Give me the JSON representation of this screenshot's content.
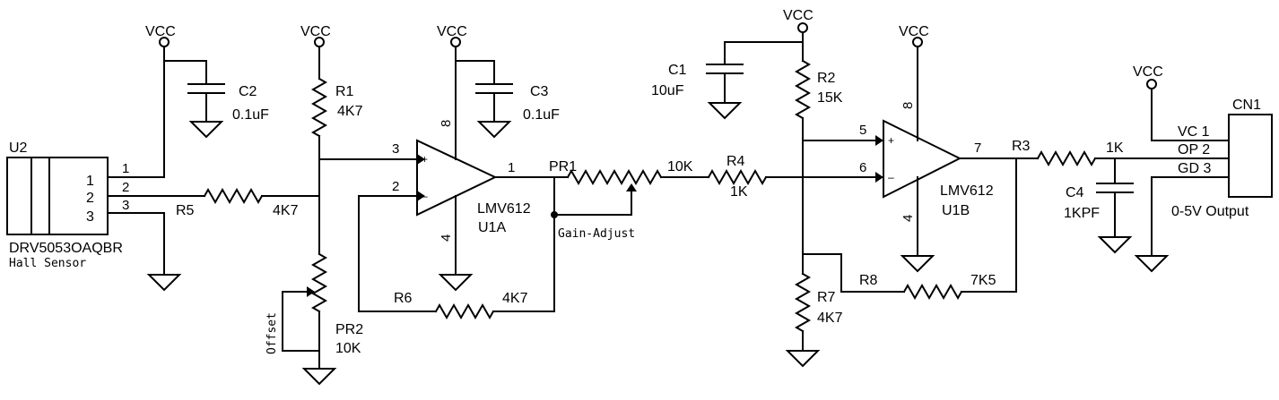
{
  "power": {
    "vcc": "VCC"
  },
  "u2": {
    "ref": "U2",
    "part": "DRV5053OAQBR",
    "desc": "Hall Sensor",
    "pins": [
      "1",
      "2",
      "3"
    ]
  },
  "c2": {
    "ref": "C2",
    "value": "0.1uF"
  },
  "r1": {
    "ref": "R1",
    "value": "4K7"
  },
  "r5": {
    "ref": "R5",
    "value": "4K7"
  },
  "pr2": {
    "ref": "PR2",
    "value": "10K",
    "label": "Offset"
  },
  "c3": {
    "ref": "C3",
    "value": "0.1uF"
  },
  "u1a": {
    "part": "LMV612",
    "ref": "U1A",
    "pin_in_pos": "3",
    "pin_in_neg": "2",
    "pin_out": "1",
    "pin_vplus": "8",
    "pin_vminus": "4",
    "plus": "+",
    "minus": "–"
  },
  "r6": {
    "ref": "R6",
    "value": "4K7"
  },
  "pr1": {
    "ref": "PR1",
    "value": "10K",
    "label": "Gain-Adjust"
  },
  "c1": {
    "ref": "C1",
    "value": "10uF"
  },
  "r2": {
    "ref": "R2",
    "value": "15K"
  },
  "r4": {
    "ref": "R4",
    "value": "1K"
  },
  "u1b": {
    "part": "LMV612",
    "ref": "U1B",
    "pin_in_pos": "5",
    "pin_in_neg": "6",
    "pin_out": "7",
    "pin_vplus": "8",
    "pin_vminus": "4",
    "plus": "+",
    "minus": "–"
  },
  "r7": {
    "ref": "R7",
    "value": "4K7"
  },
  "r8": {
    "ref": "R8",
    "value": "7K5"
  },
  "r3": {
    "ref": "R3",
    "value": "1K"
  },
  "c4": {
    "ref": "C4",
    "value": "1KPF"
  },
  "cn1": {
    "ref": "CN1",
    "pins": [
      "VC 1",
      "OP 2",
      "GD 3"
    ],
    "caption": "0-5V Output"
  }
}
